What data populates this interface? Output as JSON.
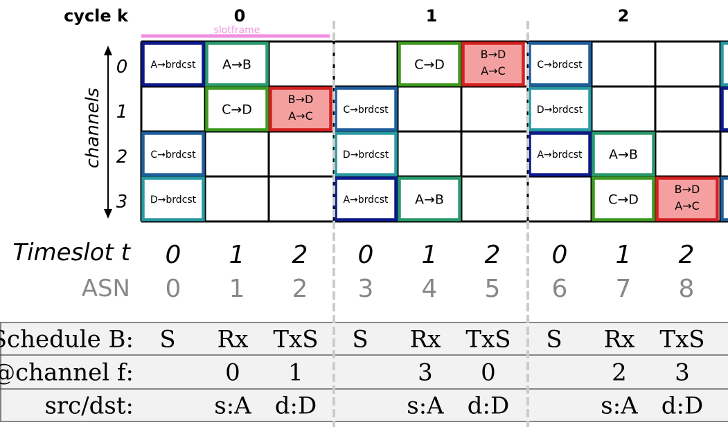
{
  "header": {
    "cycle_label": "cycle k",
    "cycles": [
      "0",
      "1",
      "2"
    ],
    "slotframe_label": "slotframe"
  },
  "axis": {
    "channels_label": "channels",
    "channel_ids": [
      "0",
      "1",
      "2",
      "3"
    ]
  },
  "cells": [
    {
      "col": 0,
      "ch": 0,
      "lines": [
        "A→brdcst"
      ],
      "kind": "brdcst-A"
    },
    {
      "col": 1,
      "ch": 0,
      "lines": [
        "A→B"
      ],
      "kind": "ab"
    },
    {
      "col": 1,
      "ch": 1,
      "lines": [
        "C→D"
      ],
      "kind": "cd"
    },
    {
      "col": 2,
      "ch": 1,
      "lines": [
        "B→D",
        "A→C"
      ],
      "kind": "conflict"
    },
    {
      "col": 0,
      "ch": 2,
      "lines": [
        "C→brdcst"
      ],
      "kind": "brdcst-C"
    },
    {
      "col": 0,
      "ch": 3,
      "lines": [
        "D→brdcst"
      ],
      "kind": "brdcst-D"
    },
    {
      "col": 4,
      "ch": 0,
      "lines": [
        "C→D"
      ],
      "kind": "cd"
    },
    {
      "col": 5,
      "ch": 0,
      "lines": [
        "B→D",
        "A→C"
      ],
      "kind": "conflict"
    },
    {
      "col": 3,
      "ch": 1,
      "lines": [
        "C→brdcst"
      ],
      "kind": "brdcst-C"
    },
    {
      "col": 3,
      "ch": 2,
      "lines": [
        "D→brdcst"
      ],
      "kind": "brdcst-D"
    },
    {
      "col": 3,
      "ch": 3,
      "lines": [
        "A→brdcst"
      ],
      "kind": "brdcst-A"
    },
    {
      "col": 4,
      "ch": 3,
      "lines": [
        "A→B"
      ],
      "kind": "ab"
    },
    {
      "col": 6,
      "ch": 0,
      "lines": [
        "C→brdcst"
      ],
      "kind": "brdcst-C"
    },
    {
      "col": 6,
      "ch": 1,
      "lines": [
        "D→brdcst"
      ],
      "kind": "brdcst-D"
    },
    {
      "col": 6,
      "ch": 2,
      "lines": [
        "A→brdcst"
      ],
      "kind": "brdcst-A"
    },
    {
      "col": 7,
      "ch": 2,
      "lines": [
        "A→B"
      ],
      "kind": "ab"
    },
    {
      "col": 7,
      "ch": 3,
      "lines": [
        "C→D"
      ],
      "kind": "cd"
    },
    {
      "col": 8,
      "ch": 3,
      "lines": [
        "B→D",
        "A→C"
      ],
      "kind": "conflict"
    }
  ],
  "timeslot": {
    "label": "Timeslot t",
    "values": [
      "0",
      "1",
      "2",
      "0",
      "1",
      "2",
      "0",
      "1",
      "2"
    ]
  },
  "asn": {
    "label": "ASN",
    "values": [
      "0",
      "1",
      "2",
      "3",
      "4",
      "5",
      "6",
      "7",
      "8"
    ]
  },
  "table": {
    "rows": [
      {
        "label": "Schedule B:",
        "values": [
          "S",
          "Rx",
          "TxS",
          "S",
          "Rx",
          "TxS",
          "S",
          "Rx",
          "TxS"
        ]
      },
      {
        "label": "@channel f:",
        "values": [
          "",
          "0",
          "1",
          "",
          "3",
          "0",
          "",
          "2",
          "3"
        ]
      },
      {
        "label": "src/dst:",
        "values": [
          "",
          "s:A",
          "d:D",
          "",
          "s:A",
          "d:D",
          "",
          "s:A",
          "d:D"
        ]
      }
    ]
  },
  "colors": {
    "brdcst-A": "#0d1a8c",
    "brdcst-C": "#1f5f9e",
    "brdcst-D": "#2a9aa3",
    "ab": "#2a9a6e",
    "cd": "#3f9a1f",
    "conflict_border": "#d42020",
    "conflict_fill": "#f5a0a0",
    "slotframe": "#f08ee0",
    "asn": "#888888",
    "divider": "#cccccc",
    "table_fill": "#f2f2f2"
  }
}
